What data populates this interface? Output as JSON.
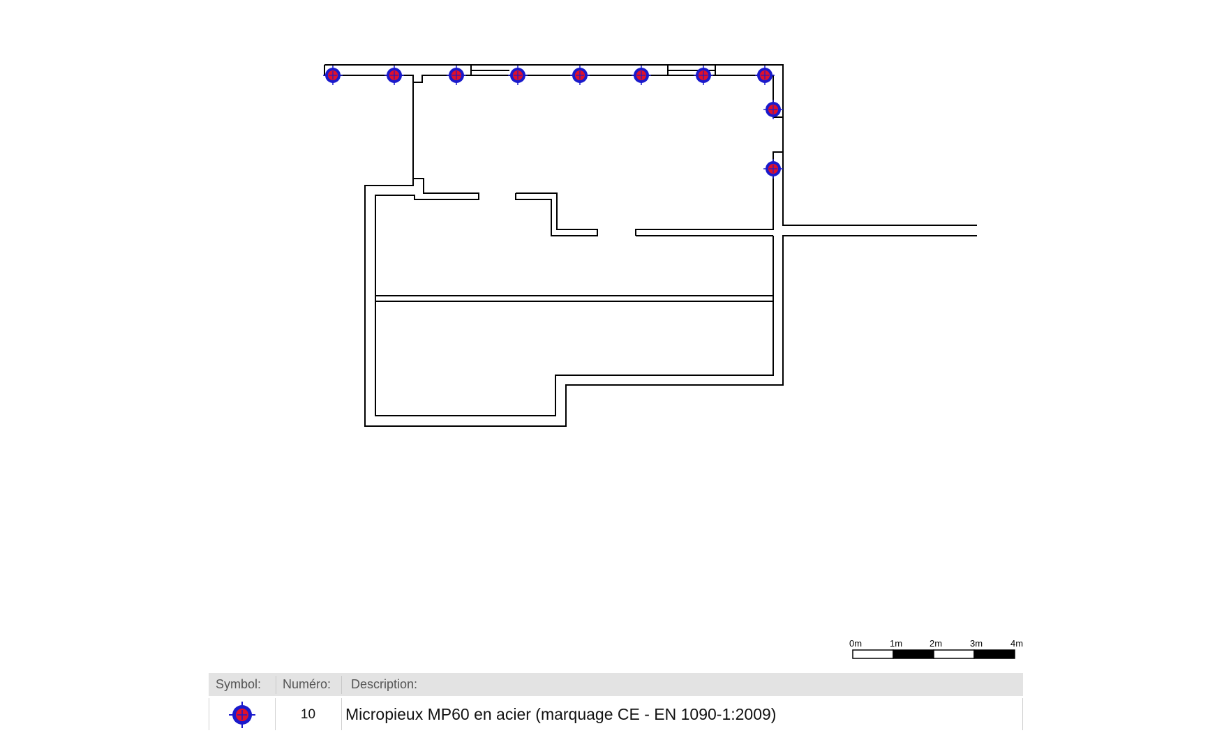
{
  "plan": {
    "scale_bar": {
      "labels": [
        "0m",
        "1m",
        "2m",
        "3m",
        "4m"
      ]
    }
  },
  "legend": {
    "headers": {
      "symbol": "Symbol:",
      "number": "Numéro:",
      "description": "Description:"
    },
    "rows": [
      {
        "number": "10",
        "description": "Micropieux MP60 en acier (marquage CE - EN 1090-1:2009)"
      }
    ]
  },
  "colors": {
    "pile_ring": "#1a1acc",
    "pile_fill": "#e0102a",
    "wall": "#000000",
    "legend_header_bg": "#e3e3e3"
  }
}
